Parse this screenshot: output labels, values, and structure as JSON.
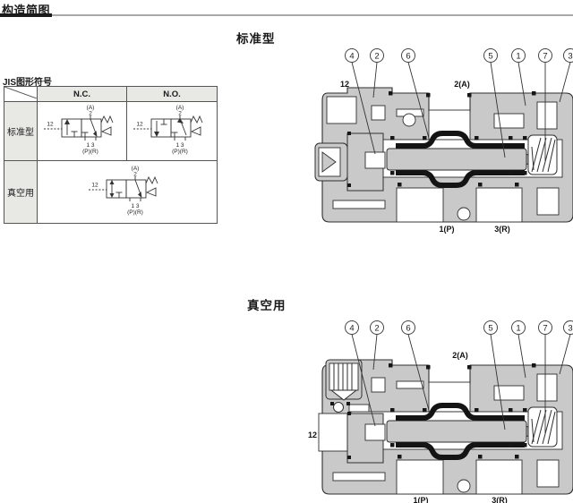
{
  "page": {
    "title": "构造简图"
  },
  "sections": {
    "standard": "标准型",
    "vacuum": "真空用"
  },
  "jis_table": {
    "caption": "JIS图形符号",
    "col_nc": "N.C.",
    "col_no": "N.O.",
    "row_standard": "标准型",
    "row_vacuum": "真空用",
    "symbol": {
      "pilot": "12",
      "port_a": "(A)",
      "port_2": "2",
      "ports_13": "1 3",
      "ports_pr": "(P)(R)"
    }
  },
  "standard_diagram": {
    "callouts": [
      "4",
      "2",
      "6",
      "5",
      "1",
      "7",
      "3"
    ],
    "labels": {
      "pilot": "12",
      "port_a": "2(A)",
      "port_p": "1(P)",
      "port_r": "3(R)"
    }
  },
  "vacuum_diagram": {
    "callouts": [
      "4",
      "2",
      "6",
      "5",
      "1",
      "7",
      "3"
    ],
    "labels": {
      "pilot": "12",
      "port_a": "2(A)",
      "port_p": "1(P)",
      "port_r": "3(R)"
    }
  }
}
